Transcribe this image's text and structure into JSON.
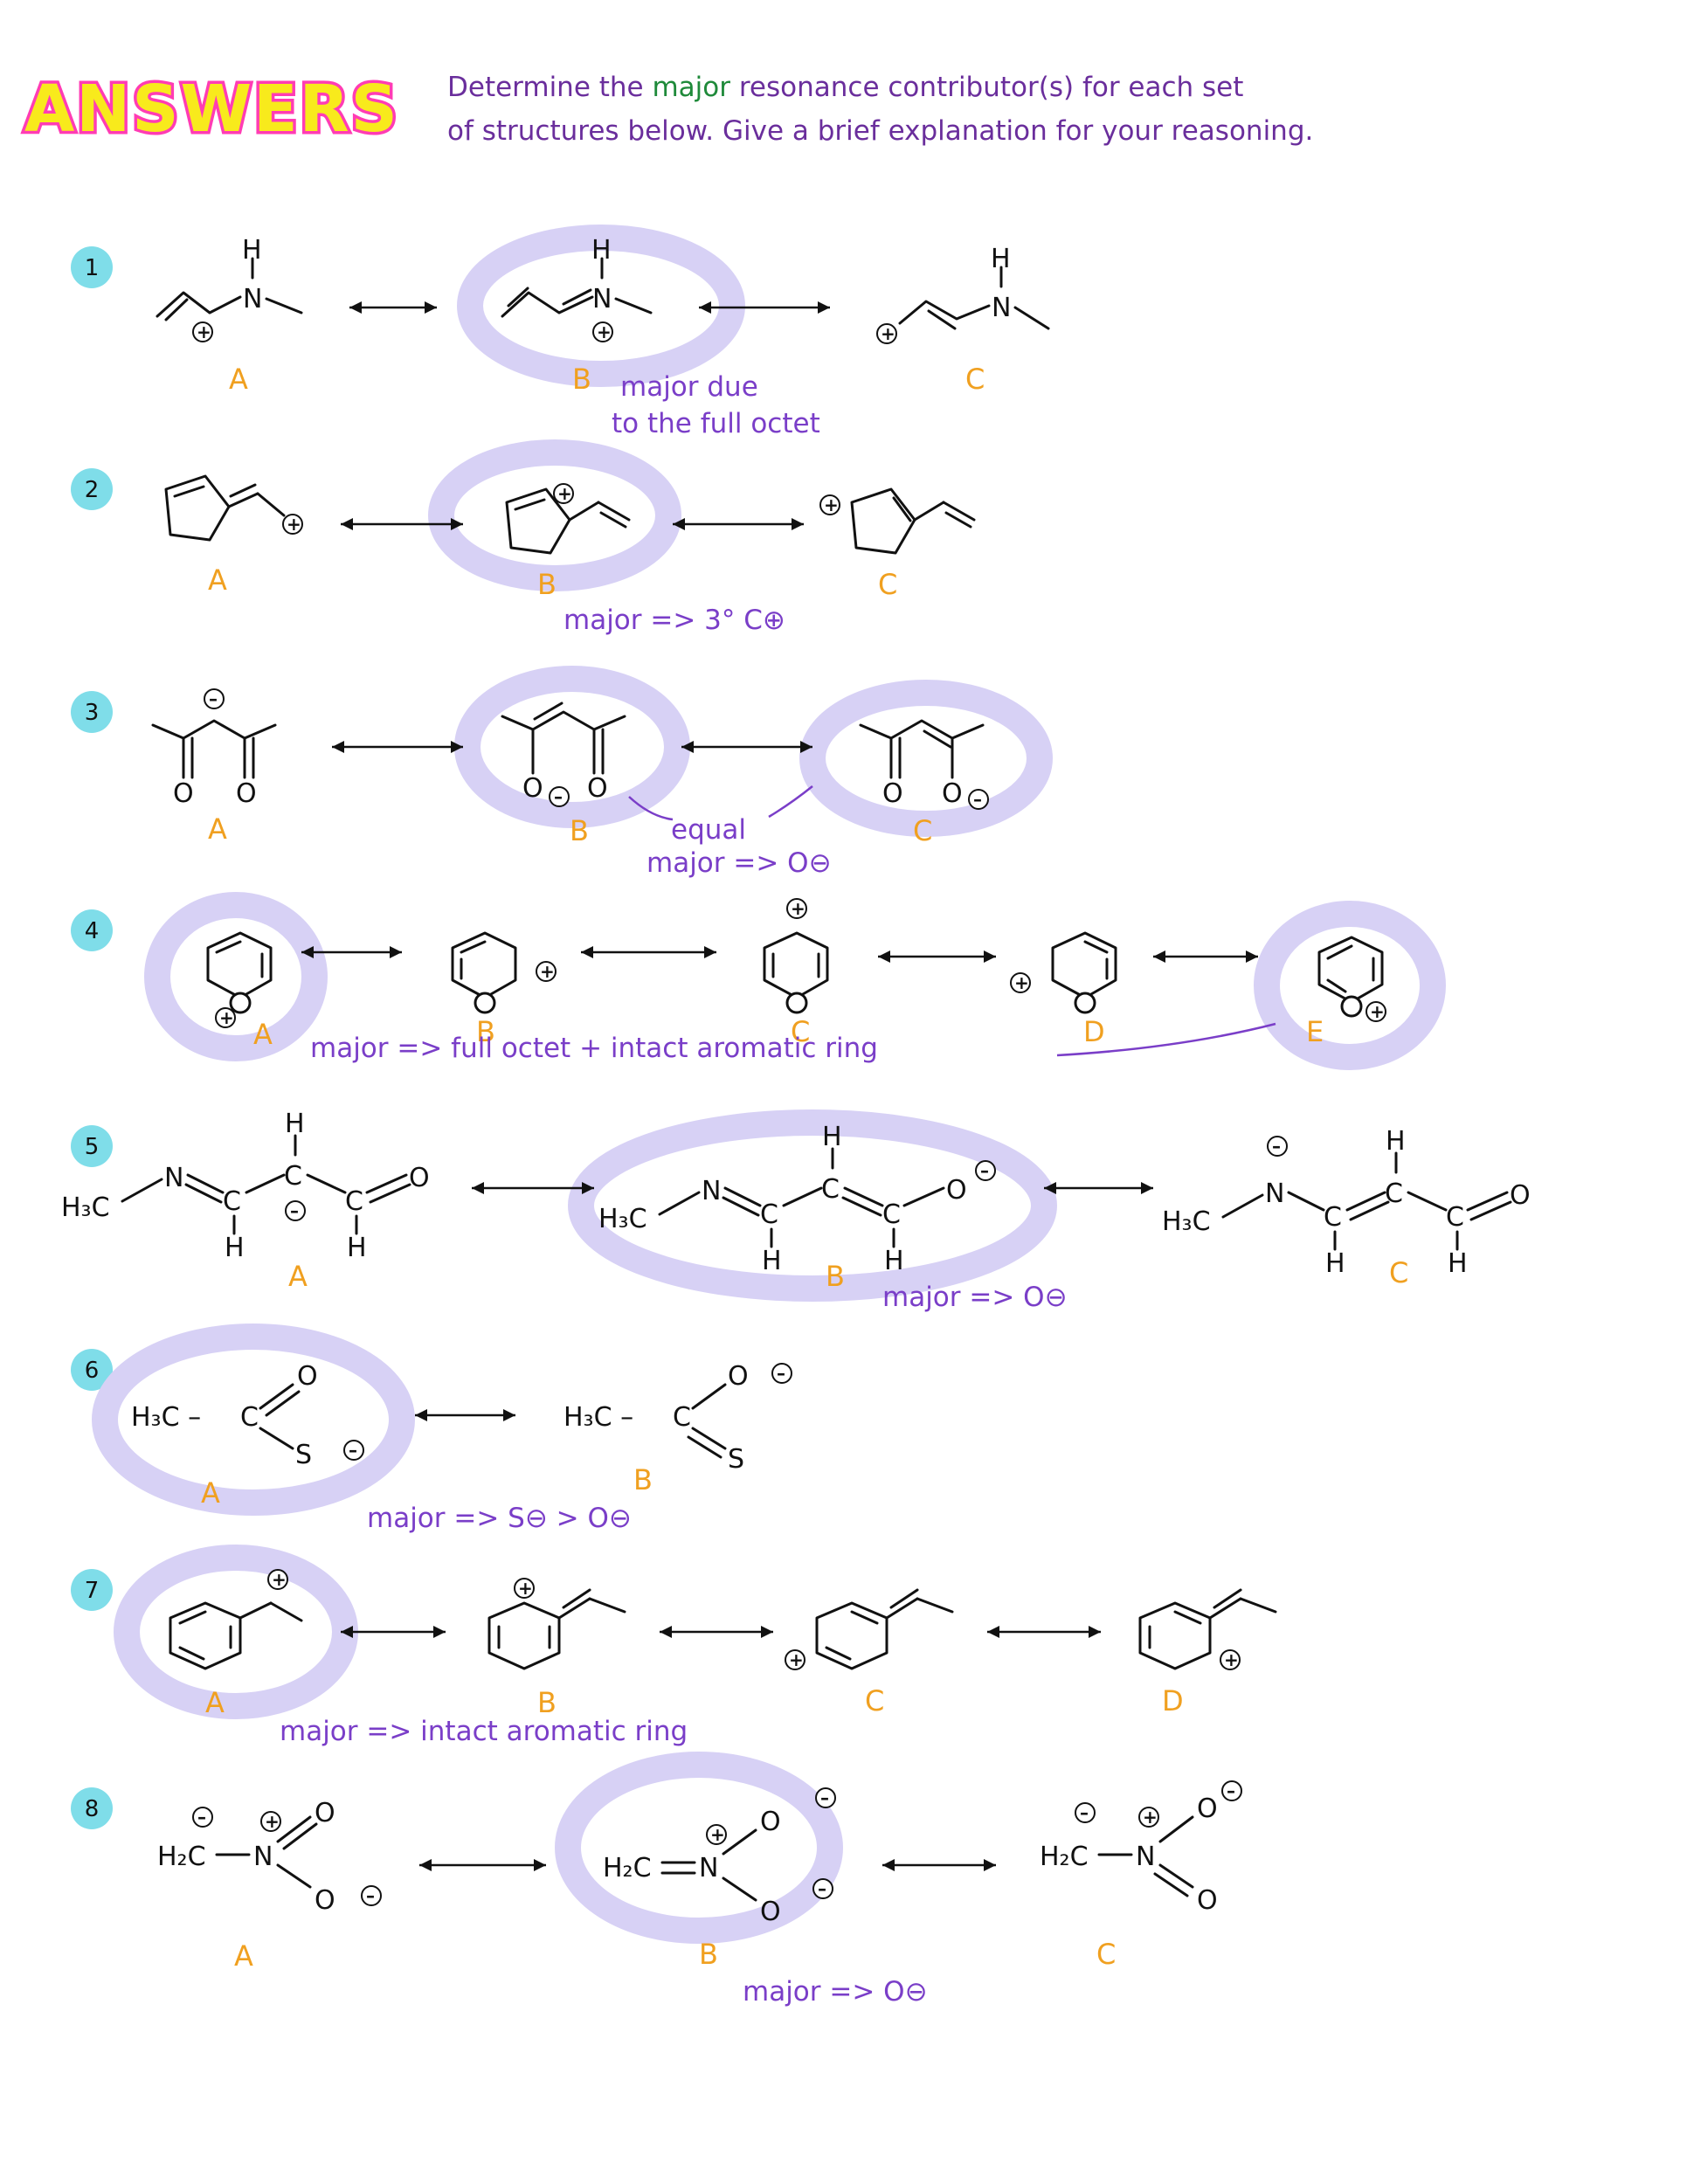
{
  "header": {
    "answers_title": "ANSWERS",
    "instruction_line1_a": "Determine the ",
    "instruction_line1_b": "major",
    "instruction_line1_c": " resonance contributor(s) for each set",
    "instruction_line2": "of structures below.  Give a brief explanation for your reasoning."
  },
  "colors": {
    "title_fill": "#f8ea1c",
    "title_border": "#ff3cb4",
    "highlight": "#d7d1f5",
    "badge": "#7fdde9",
    "label_orange": "#f0a020",
    "note_purple": "#7a3ec8"
  },
  "problems": [
    {
      "number": "1",
      "labels": [
        "A",
        "B",
        "C"
      ],
      "note_line1": "major due",
      "note_line2": "to the full octet"
    },
    {
      "number": "2",
      "labels": [
        "A",
        "B",
        "C"
      ],
      "note": "major => 3° C⊕"
    },
    {
      "number": "3",
      "labels": [
        "A",
        "B",
        "C"
      ],
      "note_line1": "equal",
      "note_line2": "major => O⊖"
    },
    {
      "number": "4",
      "labels": [
        "A",
        "B",
        "C",
        "D",
        "E"
      ],
      "note": "major => full octet + intact aromatic ring"
    },
    {
      "number": "5",
      "labels": [
        "A",
        "B",
        "C"
      ],
      "note": "major => O⊖"
    },
    {
      "number": "6",
      "labels": [
        "A",
        "B"
      ],
      "note": "major => S⊖ > O⊖"
    },
    {
      "number": "7",
      "labels": [
        "A",
        "B",
        "C",
        "D"
      ],
      "note": "major => intact aromatic ring"
    },
    {
      "number": "8",
      "labels": [
        "A",
        "B",
        "C"
      ],
      "note": "major => O⊖"
    }
  ],
  "atoms": {
    "H": "H",
    "N": "N",
    "O": "O",
    "S": "S",
    "C": "C",
    "H3C": "H₃C",
    "H2C": "H₂C",
    "H3C_dash": "H₃C –",
    "plus": "+",
    "minus": "–"
  }
}
